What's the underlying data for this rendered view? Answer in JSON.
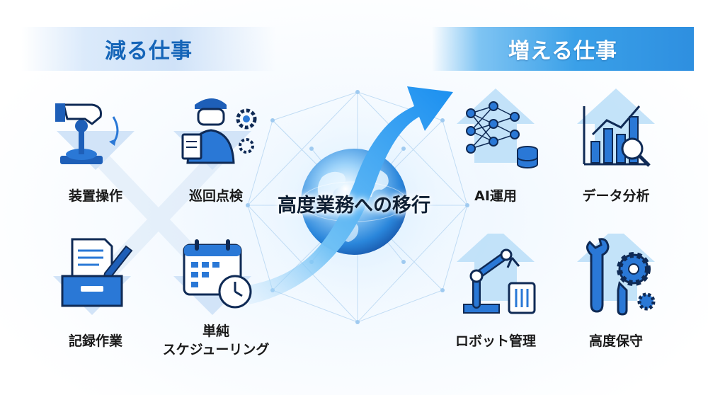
{
  "left_header": "減る仕事",
  "right_header": "増える仕事",
  "center_title": "高度業務への移行",
  "decreasing": [
    {
      "label": "装置操作",
      "icon": "hand-lever-icon"
    },
    {
      "label": "巡回点検",
      "icon": "inspector-icon"
    },
    {
      "label": "記録作業",
      "icon": "document-tray-icon"
    },
    {
      "label": "単純\nスケジューリング",
      "icon": "calendar-clock-icon"
    }
  ],
  "increasing": [
    {
      "label": "AI運用",
      "icon": "neural-network-icon"
    },
    {
      "label": "データ分析",
      "icon": "chart-magnifier-icon"
    },
    {
      "label": "ロボット管理",
      "icon": "robot-arm-icon"
    },
    {
      "label": "高度保守",
      "icon": "wrench-gear-icon"
    }
  ],
  "colors": {
    "primary_blue": "#1e6fd0",
    "light_blue": "#3aa0e8",
    "dark_navy": "#0f2a55"
  }
}
